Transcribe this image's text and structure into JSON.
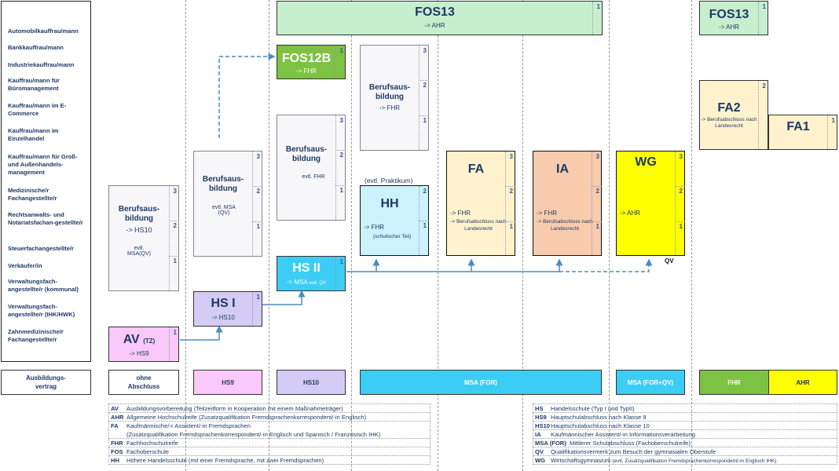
{
  "sidebar": {
    "items": [
      "Automobilkauffrau/mann",
      "Bankkauffrau/mann",
      "Industriekauffrau/mann",
      "Kauffrau/mann für Büromanagement",
      "Kauffrau/mann im E-Commerce",
      "Kauffrau/mann im Einzelhandel",
      "Kauffrau/mann für Groß- und Außenhandels-management",
      "Medizinische/r Fachangestellte/r",
      "Rechtsanwalts- und Notariatsfachan-gestellte/r",
      "Steuerfachangestellte/r",
      "Verkäufer/in",
      "Verwaltungsfach-angestellte/r (kommunal)",
      "Verwaltungsfach-angestellte/r (IHK/HWK)",
      "Zahnmedizinische/r Fachangestellte/r"
    ]
  },
  "boxes": {
    "fos13_main": {
      "title": "FOS13",
      "sub": "-> AHR",
      "years": "1"
    },
    "fos13_right": {
      "title": "FOS13",
      "sub": "-> AHR",
      "years": "1"
    },
    "fos12b": {
      "title": "FOS12B",
      "sub": "-> FHR",
      "years": "1"
    },
    "ba_top": {
      "title": "Berufsaus-bildung",
      "sub": "-> FHR"
    },
    "ba_hs10": {
      "title": "Berufsaus-bildung",
      "sub": "evtl. FHR"
    },
    "ba_hs9": {
      "title": "Berufsaus-bildung",
      "sub": "evtl. MSA (QV)"
    },
    "ba_left": {
      "title": "Berufsaus-bildung",
      "sub": "-> HS10",
      "sub2": "evtl. MSA(QV)"
    },
    "fa2": {
      "title": "FA2",
      "sub": "-> Berufsabschluss nach Landesrecht"
    },
    "fa1": {
      "title": "FA1"
    },
    "hh": {
      "title": "HH",
      "note": "(evtl. Praktikum)",
      "sub": "-> FHR",
      "sub2": "(schulischer Teil)"
    },
    "fa": {
      "title": "FA",
      "sub": "-> FHR",
      "sub2": "-> Berufsabschluss nach Landesrecht"
    },
    "ia": {
      "title": "IA",
      "sub": "-> FHR",
      "sub2": "-> Berufsabschluss nach Landesrecht"
    },
    "wg": {
      "title": "WG",
      "sub": "-> AHR",
      "qv": "QV"
    },
    "hs2": {
      "title": "HS II",
      "sub": "-> MSA",
      "sub_small": "evtl. QV"
    },
    "hs1": {
      "title": "HS I",
      "sub": "-> HS10"
    },
    "av": {
      "title": "AV",
      "title_small": "(TZ)",
      "sub": "-> HS9"
    }
  },
  "year_labels": {
    "one": "1",
    "two": "2",
    "three": "3"
  },
  "bottom": {
    "ausbildung": "Ausbildungs-vertrag",
    "ohne": "ohne Abschluss",
    "hs9": "HS9",
    "hs10": "HS10",
    "msa": "MSA (FOR)",
    "msa_qv": "MSA (FOR+QV)",
    "fhr": "FHR",
    "ahr": "AHR"
  },
  "legend_left": [
    {
      "abbr": "AV",
      "text": "Ausbildungsvorbereitung (Teilzeitform in Kooperation mit einem Maßnahmeträger)"
    },
    {
      "abbr": "AHR",
      "text": "Allgemeine Hochschulreife (Zusatzqualifikation Fremdsprachenkorrespondent/-in Englisch)"
    },
    {
      "abbr": "FA",
      "text": "Kaufmännische/-r Assistent/-in Fremdsprachen"
    },
    {
      "abbr": "",
      "text": "(Zusatzqualifikation Fremdsprachenkorrespondent/-in Englisch und Spanisch / Französisch IHK)"
    },
    {
      "abbr": "FHR",
      "text": "Fachhochschulreife"
    },
    {
      "abbr": "FOS",
      "text": "Fachoberschule"
    },
    {
      "abbr": "HH",
      "text": "Höhere Handelsschule (mit einer Fremdsprache, mit zwei Fremdsprachen)"
    }
  ],
  "legend_right": [
    {
      "abbr": "HS",
      "text": "Handelsschule (Typ I und TypII)"
    },
    {
      "abbr": "HS9",
      "text": "Hauptschulabschluss nach Klasse 9"
    },
    {
      "abbr": "HS10",
      "text": "Hauptschulabschluss nach Klasse 10"
    },
    {
      "abbr": "IA",
      "text": "Kaufmännischer Assistent/-in Informationsverarbeitung"
    },
    {
      "abbr": "MSA (FOR)",
      "text": ": Mittlerer Schulabschluss (Fachoberschulreife)"
    },
    {
      "abbr": "QV",
      "text": "Qualifikationsvermerk zum Besuch der gymnasialen Oberstufe"
    },
    {
      "abbr": "WG",
      "text": "Wirtschaftsgymnasium",
      "small": "(evtl. Zusatzqualifikation Fremdsprachenkorrespondent/-in Englisch IHK)"
    }
  ],
  "colors": {
    "fos13": "#c6efce",
    "fos12b": "#7dc242",
    "fa2": "#fff2cc",
    "hh": "#ccf2fb",
    "fa": "#fff2cc",
    "ia": "#f8cbad",
    "wg": "#ffff00",
    "hs2": "#3ccdf5",
    "hs1": "#d4ccf5",
    "av": "#f9c9f9",
    "ba": "#f7f7fa",
    "msa": "#3ccdf5",
    "fhr": "#7dc242",
    "ahr": "#ffff00",
    "arrow": "#4a8bc6"
  }
}
